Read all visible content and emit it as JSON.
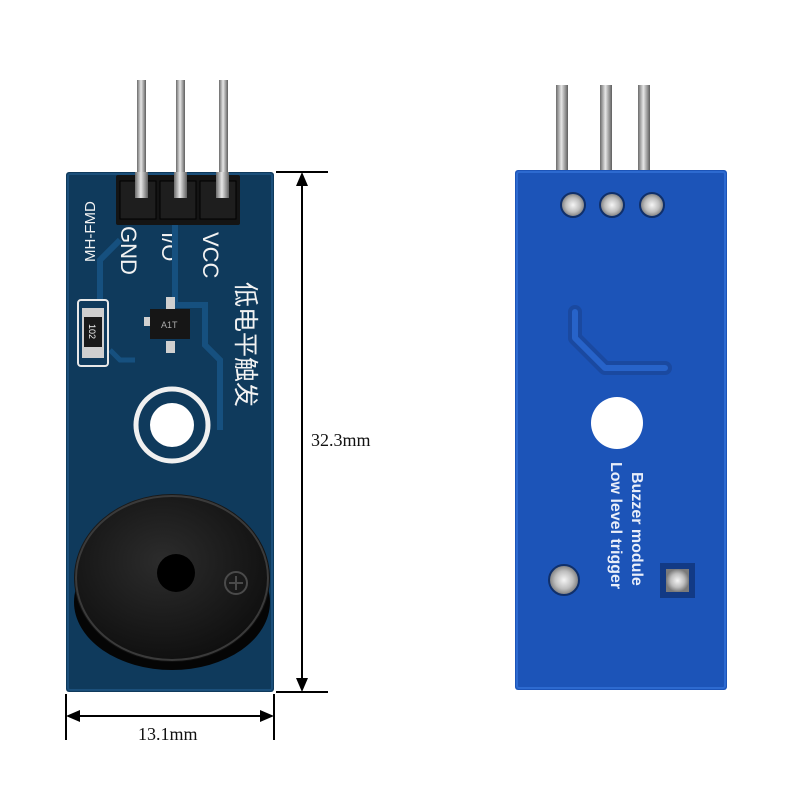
{
  "front": {
    "model_label": "MH-FMD",
    "pin_gnd": "GND",
    "pin_io": "I/O",
    "pin_vcc": "VCC",
    "chinese_label": "低电平触发",
    "resistor_label": "102",
    "transistor_label": "A1T"
  },
  "back": {
    "line1": "Buzzer module",
    "line2": "Low level trigger"
  },
  "dimensions": {
    "height": "32.3mm",
    "width": "13.1mm"
  },
  "colors": {
    "front_pcb": "#0f3a5c",
    "back_pcb": "#1c54b8",
    "background": "#ffffff"
  }
}
